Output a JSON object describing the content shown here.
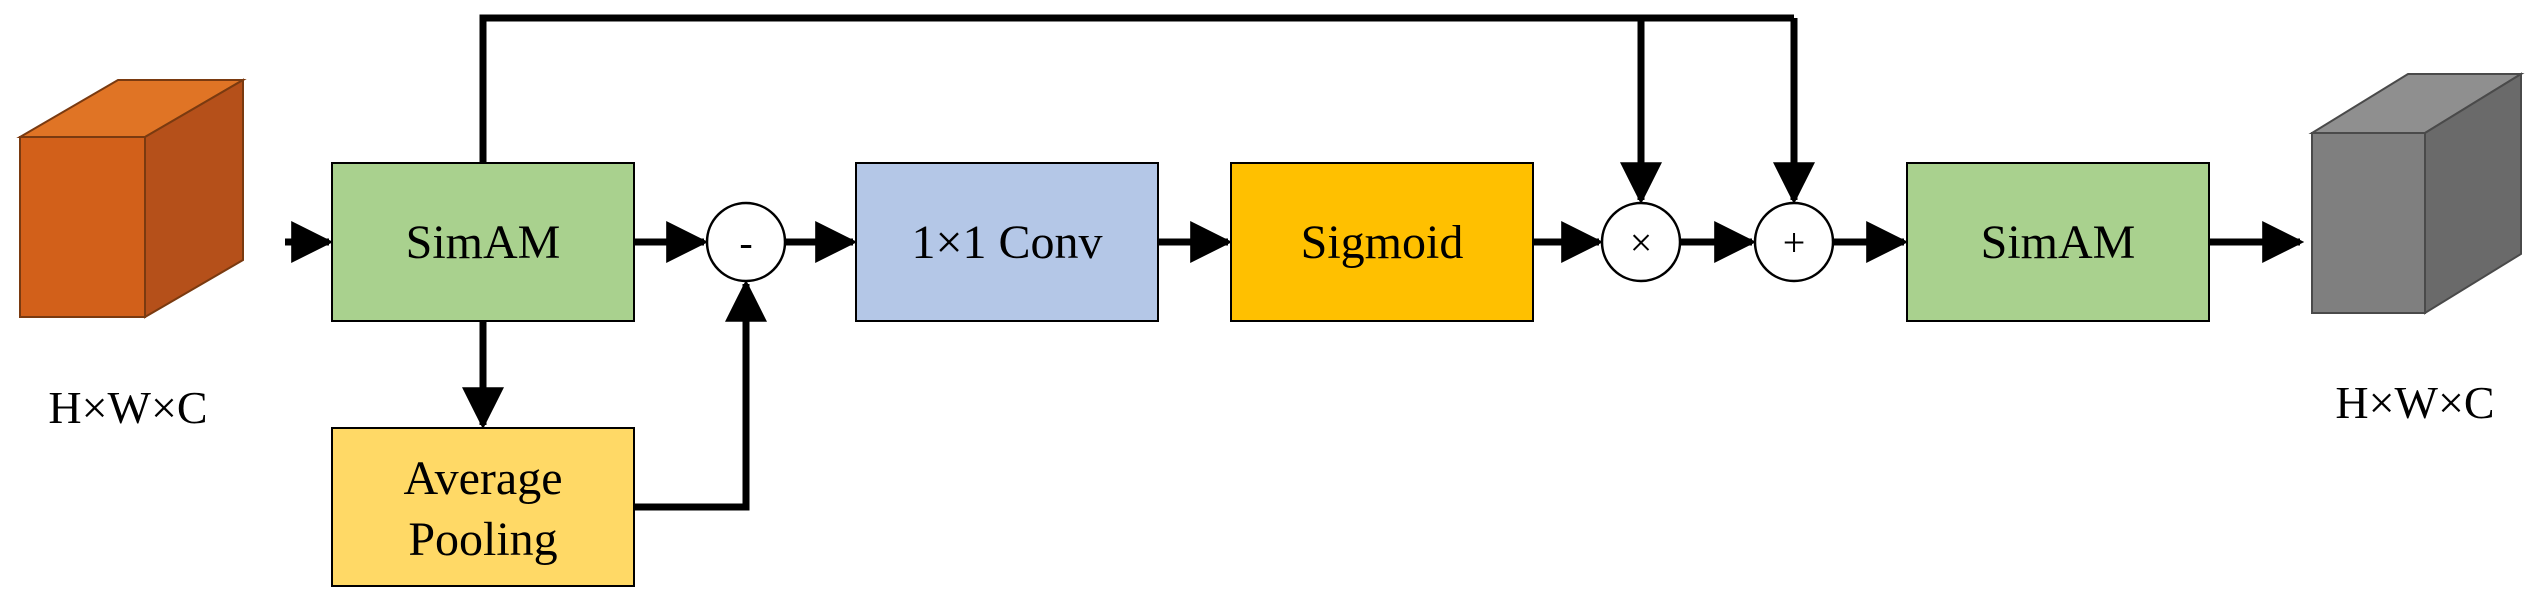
{
  "diagram": {
    "input_dims": "H×W×C",
    "output_dims": "H×W×C",
    "simam_1": "SimAM",
    "avg_pool_line1": "Average",
    "avg_pool_line2": "Pooling",
    "subtract_op": "-",
    "conv": "1×1 Conv",
    "sigmoid": "Sigmoid",
    "multiply_op": "×",
    "add_op": "+",
    "simam_2": "SimAM"
  },
  "colors": {
    "input_cube": "#D2601A",
    "output_cube": "#7F7F7F",
    "simam": "#A9D18E",
    "avg_pool": "#FFD966",
    "conv": "#B4C7E7",
    "sigmoid": "#FFC000"
  }
}
